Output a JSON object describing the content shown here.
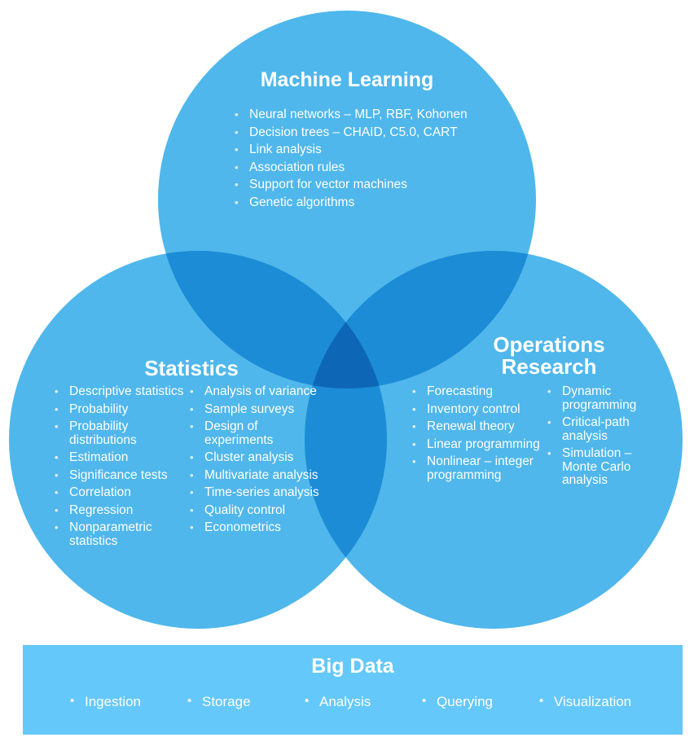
{
  "venn": {
    "machine_learning": {
      "title": "Machine Learning",
      "items": [
        "Neural networks – MLP, RBF, Kohonen",
        "Decision trees – CHAID, C5.0, CART",
        "Link analysis",
        "Association rules",
        "Support for vector machines",
        "Genetic algorithms"
      ]
    },
    "statistics": {
      "title": "Statistics",
      "items_left": [
        "Descriptive statistics",
        "Probability",
        "Probability distributions",
        "Estimation",
        "Significance tests",
        "Correlation",
        "Regression",
        "Nonparametric statistics"
      ],
      "items_right": [
        "Analysis of variance",
        "Sample surveys",
        "Design of experiments",
        "Cluster analysis",
        "Multivariate analysis",
        "Time-series analysis",
        "Quality control",
        "Econometrics"
      ]
    },
    "operations_research": {
      "title_line1": "Operations",
      "title_line2": "Research",
      "items_left": [
        "Forecasting",
        "Inventory control",
        "Renewal theory",
        "Linear programming",
        "Nonlinear – integer programming"
      ],
      "items_right": [
        "Dynamic programming",
        "Critical-path analysis",
        "Simulation – Monte Carlo analysis"
      ]
    },
    "colors": {
      "circle": "#1ea3e6",
      "overlap": "#1377c8",
      "center": "#0b5aa8",
      "banner": "#64c8fa"
    }
  },
  "big_data": {
    "title": "Big Data",
    "items": [
      "Ingestion",
      "Storage",
      "Analysis",
      "Querying",
      "Visualization"
    ]
  }
}
